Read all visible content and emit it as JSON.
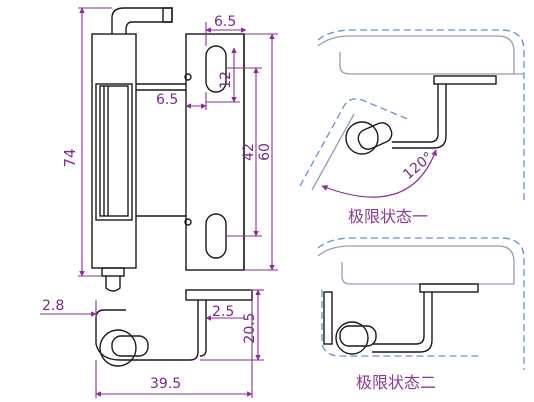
{
  "colors": {
    "ink": "#1a1a1a",
    "dimension": "#8a2f96",
    "dashed_outline": "#6a8ed8",
    "cabinet_line": "#9a9ab8"
  },
  "dimensions": {
    "d_6_5_top": "6.5",
    "d_12": "12",
    "d_6_5_mid": "6.5",
    "d_74": "74",
    "d_42": "42",
    "d_60": "60",
    "d_2_8": "2.8",
    "d_2_5": "2.5",
    "d_20_5": "20.5",
    "d_39_5": "39.5"
  },
  "angle_label": "120°",
  "captions": {
    "state_one": "极限状态一",
    "state_two": "极限状态二"
  }
}
